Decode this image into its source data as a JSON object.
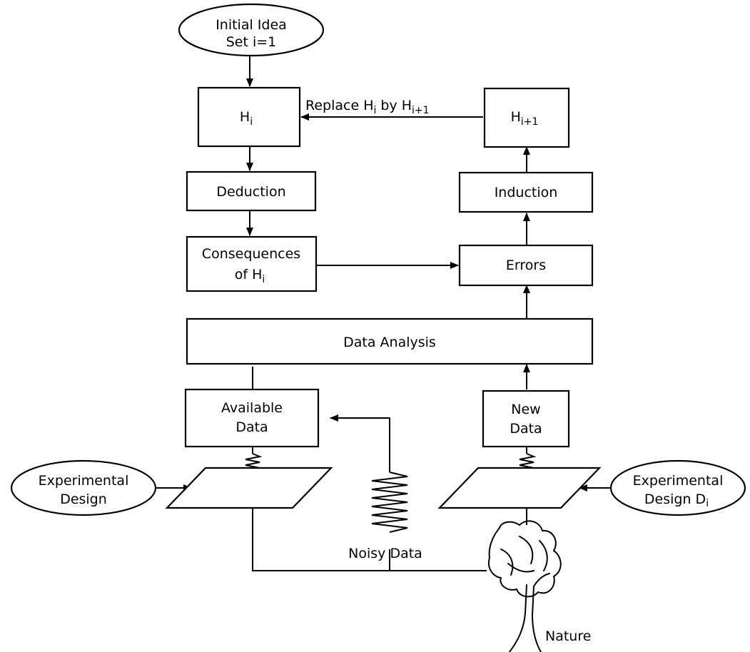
{
  "nodes": {
    "initial_idea": {
      "line1": "Initial Idea",
      "line2": "Set i=1"
    },
    "hypothesis": {
      "base": "H",
      "sub": "i"
    },
    "next_hypothesis": {
      "base": "H",
      "sub": "i+1"
    },
    "deduction": {
      "label": "Deduction"
    },
    "induction": {
      "label": "Induction"
    },
    "consequences": {
      "line1": "Consequences",
      "line2_prefix": "of H",
      "line2_sub": "i"
    },
    "errors": {
      "label": "Errors"
    },
    "data_analysis": {
      "label": "Data Analysis"
    },
    "available_data": {
      "line1": "Available",
      "line2": "Data"
    },
    "new_data": {
      "line1": "New",
      "line2": "Data"
    },
    "experimental_design_left": {
      "line1": "Experimental",
      "line2": "Design"
    },
    "experimental_design_right": {
      "line1": "Experimental",
      "line2": "Design D",
      "line2_suffix": "i"
    }
  },
  "labels": {
    "replace": {
      "t1": "Replace H",
      "s1": "i",
      "t2": " by H",
      "s2": "i+1"
    },
    "noisy_data": "Noisy Data",
    "nature": "Nature"
  }
}
